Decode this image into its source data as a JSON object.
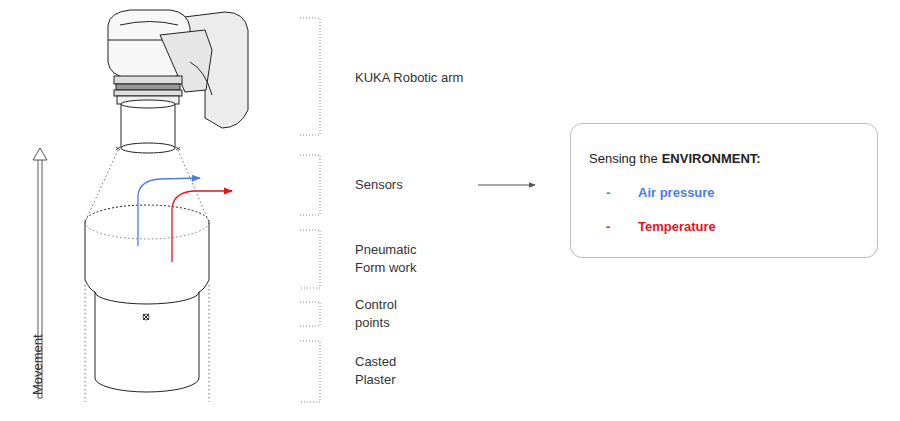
{
  "diagram": {
    "nodes": [
      {
        "text": [
          "KUKA Robotic arm"
        ]
      },
      {
        "text": [
          "Sensors"
        ]
      },
      {
        "text": [
          "Pneumatic Form work"
        ]
      },
      {
        "text": [
          "Control points"
        ]
      },
      {
        "text": [
          "Casted Plaster"
        ]
      },
      {
        "text": [
          "Sensing the",
          "ENVIRONMENT:",
          "-",
          "Air pressure",
          "-",
          "Temperature"
        ]
      }
    ],
    "edges": [
      {
        "from": 1,
        "to": 5,
        "arrow": "to"
      }
    ],
    "labels": [
      "Movement"
    ]
  }
}
